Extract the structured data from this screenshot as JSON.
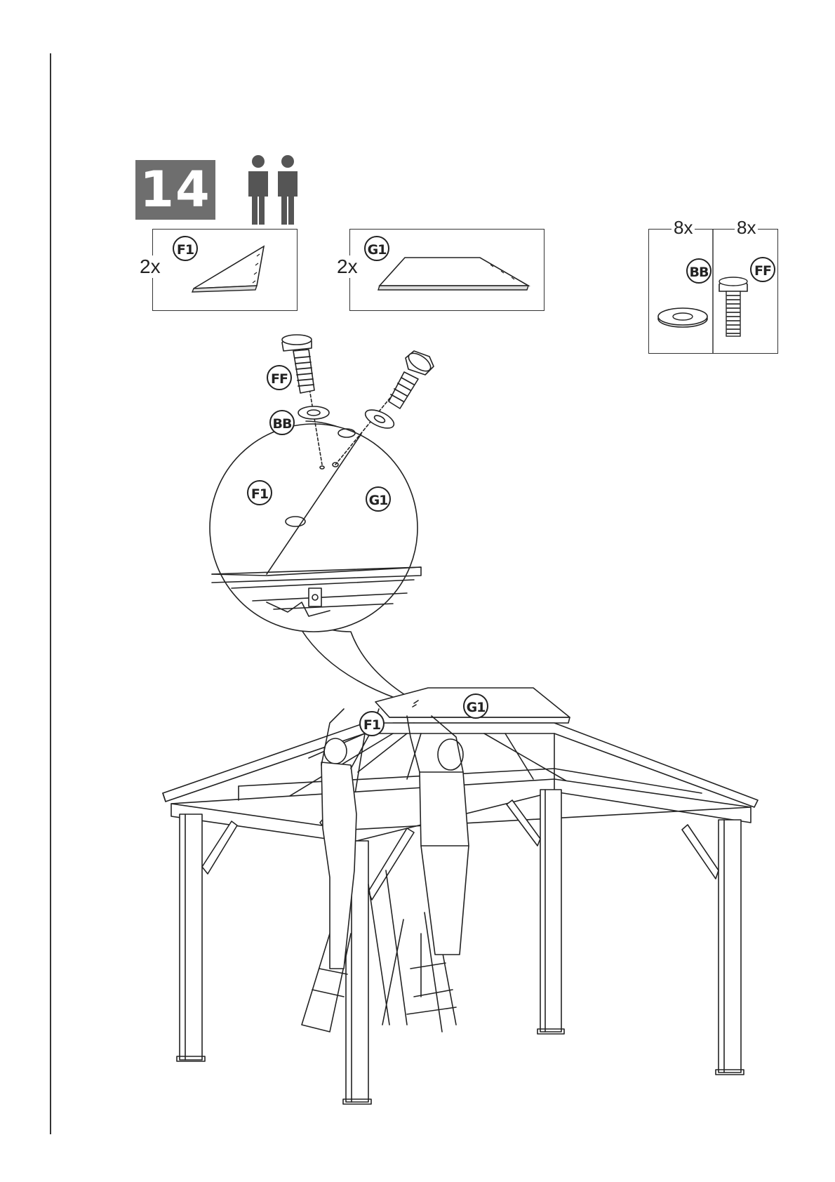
{
  "step": {
    "number": "14",
    "people_icon": "two-people-icon",
    "people_count": 2
  },
  "parts": [
    {
      "id": "F1",
      "qty": "2x"
    },
    {
      "id": "G1",
      "qty": "2x"
    }
  ],
  "hardware": [
    {
      "id": "BB",
      "qty": "8x",
      "icon": "washer-icon"
    },
    {
      "id": "FF",
      "qty": "8x",
      "icon": "bolt-icon"
    }
  ],
  "detail_labels": {
    "bolt": "FF",
    "washer": "BB",
    "left_panel": "F1",
    "right_panel": "G1"
  },
  "scene_labels": {
    "left_panel": "F1",
    "right_panel": "G1"
  }
}
